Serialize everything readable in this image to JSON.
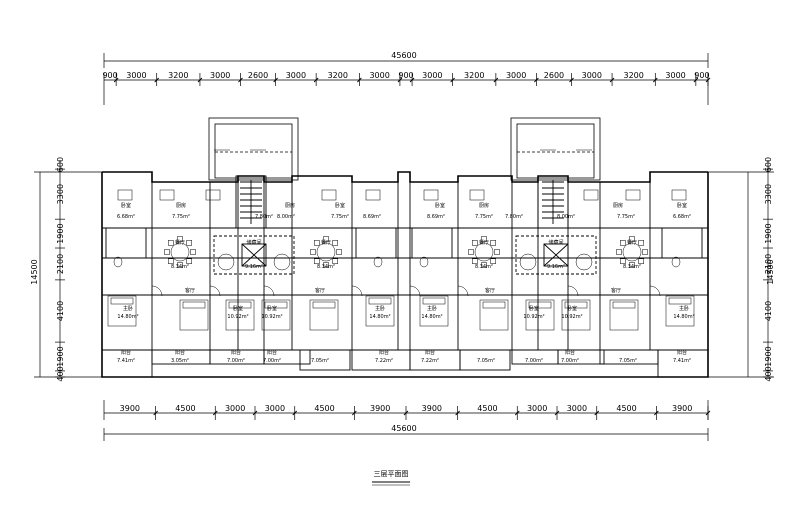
{
  "drawing": {
    "title": "三层平面图",
    "total_width": "45600",
    "total_depth": "14500"
  },
  "dims_top": [
    "900",
    "3000",
    "3200",
    "3000",
    "2600",
    "3000",
    "3200",
    "3000",
    "900",
    "3000",
    "3200",
    "3000",
    "2600",
    "3000",
    "3200",
    "3000",
    "900"
  ],
  "dims_bottom": [
    "3900",
    "4500",
    "3000",
    "3000",
    "4500",
    "3900",
    "3900",
    "4500",
    "3000",
    "3000",
    "4500",
    "3900"
  ],
  "dims_side": [
    "600",
    "3300",
    "1900",
    "2100",
    "4100",
    "1900",
    "400"
  ],
  "rooms_row1": [
    "卧室",
    "厨房",
    "厨房",
    "卧室",
    "卧室",
    "厨房",
    "厨房",
    "卧室"
  ],
  "areas_row1": [
    "6.68m²",
    "7.75m²",
    "7.80m²",
    "8.00m²",
    "7.75m²",
    "8.69m²",
    "8.69m²",
    "7.75m²",
    "7.80m²",
    "8.00m²",
    "7.75m²",
    "6.68m²"
  ],
  "rooms_mid": [
    "餐厅",
    "餐厅",
    "储藏间",
    "餐厅",
    "餐厅",
    "储藏间",
    "餐厅",
    "餐厅"
  ],
  "areas_mid": [
    "8.34m²",
    "8.34m²",
    "9.16m²",
    "8.34m²",
    "8.34m²",
    "9.16m²",
    "8.34m²",
    "8.34m²"
  ],
  "rooms_row3": [
    "主卧",
    "卧室",
    "卧室",
    "主卧",
    "主卧",
    "卧室",
    "卧室",
    "主卧"
  ],
  "areas_row3": [
    "14.80m²",
    "10.92m²",
    "10.92m²",
    "14.80m²",
    "14.80m²",
    "10.92m²",
    "10.92m²",
    "14.80m²"
  ],
  "rooms_row4": [
    "阳台",
    "阳台",
    "阳台",
    "阳台",
    "阳台",
    "阳台",
    "阳台",
    "阳台"
  ],
  "areas_row4": [
    "7.41m²",
    "3.05m²",
    "7.00m²",
    "7.00m²",
    "7.05m²",
    "7.22m²",
    "7.22m²",
    "7.05m²",
    "7.00m²",
    "7.00m²",
    "7.05m²",
    "7.41m²"
  ],
  "small_labels": [
    "客厅",
    "客厅",
    "客厅",
    "客厅",
    "卫生间",
    "卫生间",
    "卫生间",
    "卫生间"
  ]
}
